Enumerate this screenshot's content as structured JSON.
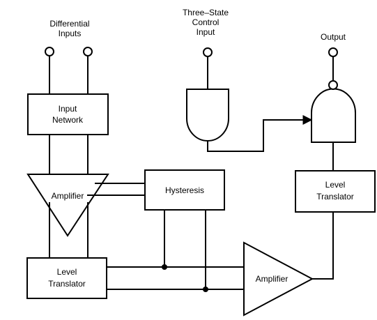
{
  "labels": {
    "differential_line1": "Differential",
    "differential_line2": "Inputs",
    "tristate_line1": "Three–State",
    "tristate_line2": "Control",
    "tristate_line3": "Input",
    "output": "Output"
  },
  "blocks": {
    "input_network_line1": "Input",
    "input_network_line2": "Network",
    "amplifier_left": "Amplifier",
    "hysteresis": "Hysteresis",
    "level_translator_left_line1": "Level",
    "level_translator_left_line2": "Translator",
    "level_translator_right_line1": "Level",
    "level_translator_right_line2": "Translator",
    "amplifier_right": "Amplifier"
  }
}
